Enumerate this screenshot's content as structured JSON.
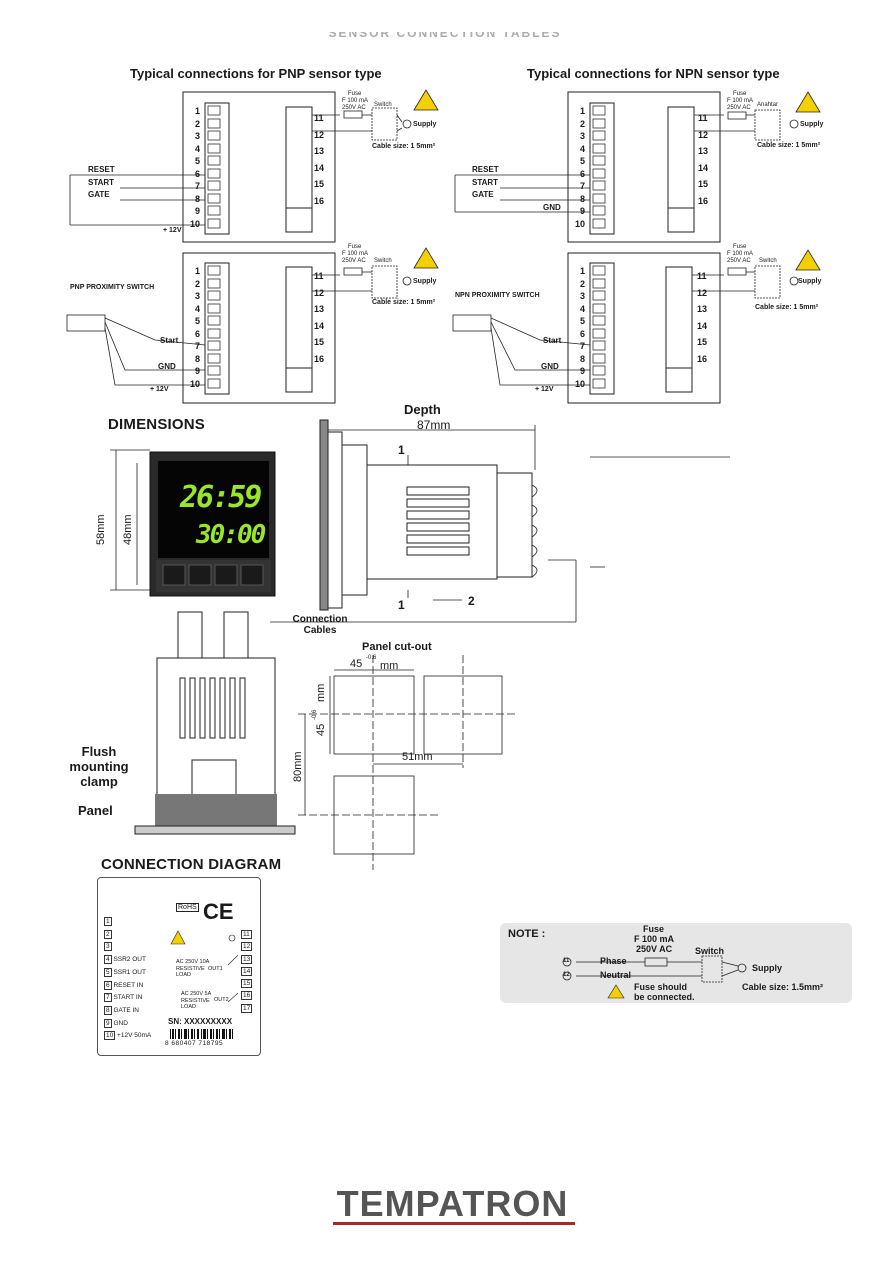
{
  "page_header": "SENSOR CONNECTION TABLES",
  "pnp": {
    "title": "Typical connections for PNP sensor type",
    "fuse": "Fuse",
    "fuse_rating_1": "F 100 mA",
    "fuse_rating_2": "250V AC",
    "switch": "Switch",
    "supply": "Supply",
    "cable": "Cable size: 1 5mm²",
    "reset": "RESET",
    "start": "START",
    "gate": "GATE",
    "plus12v": "+ 12V",
    "prox_title": "PNP PROXIMITY SWITCH",
    "prox_start": "Start",
    "prox_gnd": "GND",
    "prox_12v": "+ 12V"
  },
  "npn": {
    "title": "Typical connections for NPN sensor type",
    "fuse": "Fuse",
    "fuse_rating_1": "F 100 mA",
    "fuse_rating_2": "250V AC",
    "switch_top": "Anahtar",
    "switch_bottom": "Switch",
    "supply": "Supply",
    "cable": "Cable size: 1 5mm²",
    "reset": "RESET",
    "start": "START",
    "gate": "GATE",
    "gnd": "GND",
    "prox_title": "NPN PROXIMITY SWITCH",
    "prox_start": "Start",
    "prox_gnd": "GND",
    "prox_12v": "+ 12V"
  },
  "terminals_left": [
    "1",
    "2",
    "3",
    "4",
    "5",
    "6",
    "7",
    "8",
    "9",
    "10"
  ],
  "terminals_right": [
    "11",
    "12",
    "13",
    "14",
    "15",
    "16"
  ],
  "dimensions": {
    "title": "DIMENSIONS",
    "depth": "Depth",
    "depth_val": "87mm",
    "h58": "58mm",
    "h48": "48mm",
    "display_top": "26:59",
    "display_bottom": "30:00",
    "arrow1_top": "1",
    "arrow1_bottom": "1",
    "arrow2": "2",
    "connection_cables": "Connection Cables",
    "flush": "Flush mounting clamp",
    "panel": "Panel",
    "cutout_title": "Panel cut-out",
    "cut_w": "45",
    "cut_w_tol": "-0.6",
    "cut_w_unit": "mm",
    "cut_h": "45",
    "cut_h_tol": "-0.6",
    "cut_h_unit": "mm",
    "spacing_h": "51mm",
    "spacing_v": "80mm"
  },
  "connection_diagram": {
    "title": "CONNECTION DIAGRAM",
    "rohs": "RoHS",
    "ce": "CE",
    "rows_left": [
      {
        "n": "1",
        "label": ""
      },
      {
        "n": "2",
        "label": ""
      },
      {
        "n": "3",
        "label": ""
      },
      {
        "n": "4",
        "label": "SSR2 OUT"
      },
      {
        "n": "5",
        "label": "SSR1 OUT"
      },
      {
        "n": "6",
        "label": "RESET IN"
      },
      {
        "n": "7",
        "label": "START IN"
      },
      {
        "n": "8",
        "label": "GATE IN"
      },
      {
        "n": "9",
        "label": "GND"
      },
      {
        "n": "10",
        "label": "+12V 50mA"
      }
    ],
    "rows_right": [
      "11",
      "12",
      "13",
      "14",
      "15",
      "16",
      "17"
    ],
    "out1_a": "AC 250V 10A",
    "out1_b": "RESISTIVE",
    "out1_c": "LOAD",
    "out1": "OUT1",
    "out2_a": "AC 250V 5A",
    "out2_b": "RESISTIVE",
    "out2_c": "LOAD",
    "out2": "OUT2",
    "sn": "SN: XXXXXXXXX",
    "barcode": "8 680407 718795"
  },
  "note": {
    "title": "NOTE :",
    "fuse": "Fuse",
    "fuse_r1": "F 100 mA",
    "fuse_r2": "250V AC",
    "switch": "Switch",
    "phase": "Phase",
    "neutral": "Neutral",
    "supply": "Supply",
    "fuse_should": "Fuse should",
    "be_connected": "be connected.",
    "cable": "Cable size: 1.5mm²",
    "t11": "11",
    "t12": "12"
  },
  "brand": "TEMPATRON"
}
